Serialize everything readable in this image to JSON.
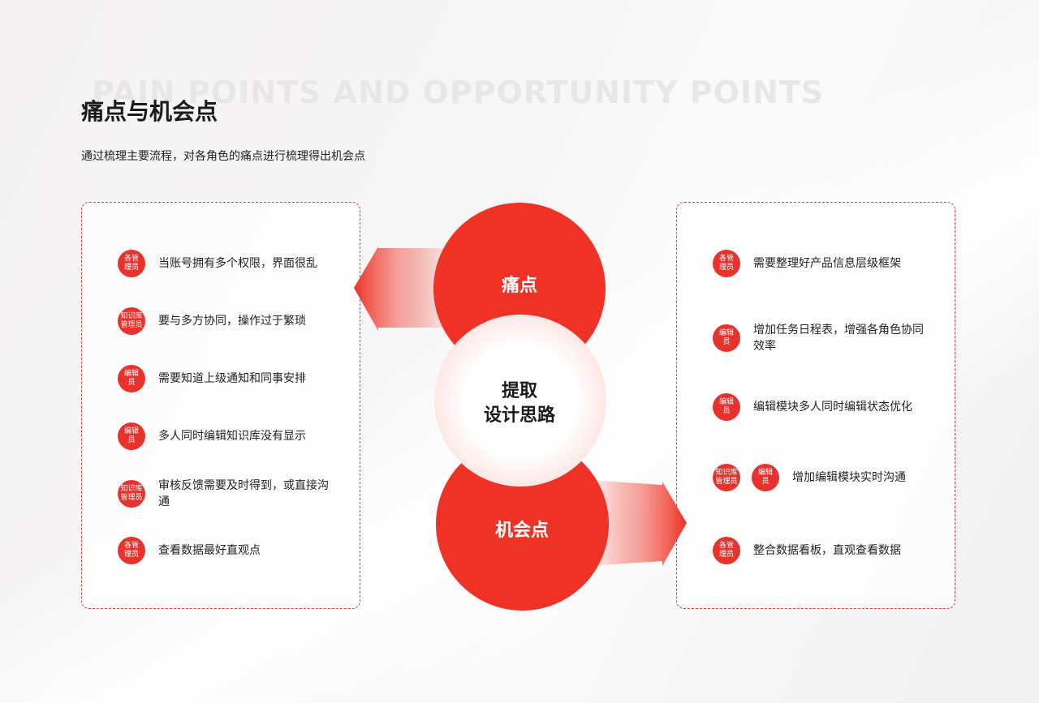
{
  "header": {
    "bg_title": "PAIN POINTS AND OPPORTUNITY POINTS",
    "title": "痛点与机会点",
    "subtitle": "通过梳理主要流程，对各角色的痛点进行梳理得出机会点"
  },
  "colors": {
    "accent": "#ee3226",
    "badge": "#e8322b",
    "border": "#e03c32"
  },
  "center": {
    "pain_label": "痛点",
    "mid_line1": "提取",
    "mid_line2": "设计思路",
    "opportunity_label": "机会点"
  },
  "pain_points": [
    {
      "badge": "各管理员",
      "text": "当账号拥有多个权限，界面很乱"
    },
    {
      "badge": "知识库管理员",
      "text": "要与多方协同，操作过于繁琐"
    },
    {
      "badge": "编辑员",
      "text": "需要知道上级通知和同事安排"
    },
    {
      "badge": "编辑员",
      "text": "多人同时编辑知识库没有显示"
    },
    {
      "badge": "知识库管理员",
      "text": "审核反馈需要及时得到，或直接沟通"
    },
    {
      "badge": "各管理员",
      "text": "查看数据最好直观点"
    }
  ],
  "opportunities": [
    {
      "badges": [
        "各管理员"
      ],
      "text": "需要整理好产品信息层级框架"
    },
    {
      "badges": [
        "编辑员"
      ],
      "text": "增加任务日程表，增强各角色协同效率"
    },
    {
      "badges": [
        "编辑员"
      ],
      "text": "编辑模块多人同时编辑状态优化"
    },
    {
      "badges": [
        "知识库管理员",
        "编辑员"
      ],
      "text": "增加编辑模块实时沟通"
    },
    {
      "badges": [
        "各管理员"
      ],
      "text": "整合数据看板，直观查看数据"
    }
  ]
}
